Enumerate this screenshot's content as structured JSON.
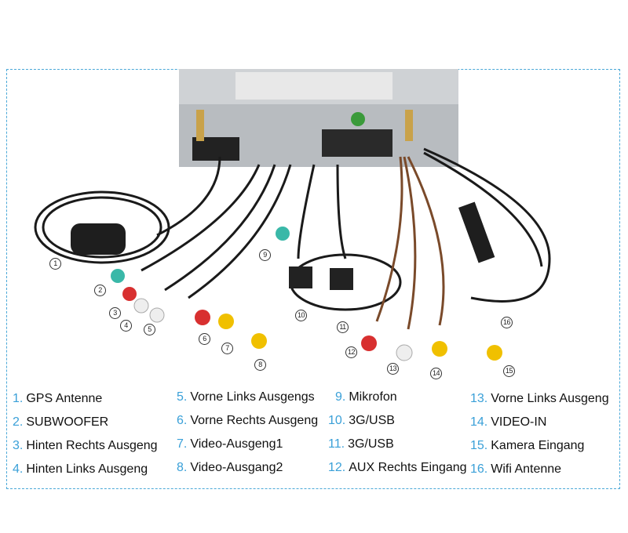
{
  "legend": [
    {
      "num": "1.",
      "label": "GPS Antenne"
    },
    {
      "num": "2.",
      "label": "SUBWOOFER"
    },
    {
      "num": "3.",
      "label": "Hinten Rechts Ausgeng"
    },
    {
      "num": "4.",
      "label": "Hinten Links Ausgeng"
    },
    {
      "num": "5.",
      "label": "Vorne Links Ausgengs"
    },
    {
      "num": "6.",
      "label": "Vorne Rechts Ausgeng"
    },
    {
      "num": "7.",
      "label": "Video-Ausgeng1"
    },
    {
      "num": "8.",
      "label": "Video-Ausgang2"
    },
    {
      "num": "9.",
      "label": "Mikrofon"
    },
    {
      "num": "10.",
      "label": "3G/USB"
    },
    {
      "num": "11.",
      "label": "3G/USB"
    },
    {
      "num": "12.",
      "label": "AUX Rechts Eingang"
    },
    {
      "num": "13.",
      "label": "Vorne Links Ausgeng"
    },
    {
      "num": "14.",
      "label": "VIDEO-IN"
    },
    {
      "num": "15.",
      "label": "Kamera Eingang"
    },
    {
      "num": "16.",
      "label": "Wifi Antenne"
    }
  ],
  "callouts": [
    "1",
    "2",
    "3",
    "4",
    "5",
    "6",
    "7",
    "8",
    "9",
    "10",
    "11",
    "12",
    "13",
    "14",
    "15",
    "16"
  ],
  "colors": {
    "accent": "#3aa0d8",
    "border": "#4aa8d8"
  }
}
